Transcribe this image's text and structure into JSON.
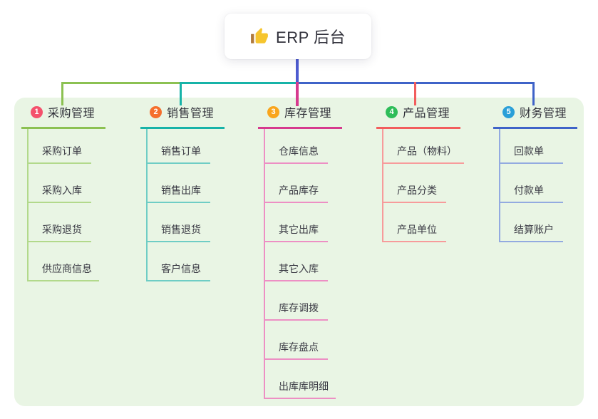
{
  "root": {
    "title": "ERP 后台",
    "icon": "thumbs-up-icon",
    "icon_color": "#f6c52e",
    "icon_cuff_color": "#b07a3c"
  },
  "colors": {
    "panel_bg": "#e9f5e4",
    "title_text": "#32323c",
    "node_text": "#3a3a44"
  },
  "connectors": {
    "root_line_color": "#4d5bd0"
  },
  "branches": [
    {
      "num": "1",
      "label": "采购管理",
      "badge_color": "#f4516c",
      "line_color": "#8cc152",
      "child_line_color": "#b2d98b",
      "children": [
        "采购订单",
        "采购入库",
        "采购退货",
        "供应商信息"
      ]
    },
    {
      "num": "2",
      "label": "销售管理",
      "badge_color": "#f56f2d",
      "line_color": "#17b3a8",
      "child_line_color": "#6fcdc5",
      "children": [
        "销售订单",
        "销售出库",
        "销售退货",
        "客户信息"
      ]
    },
    {
      "num": "3",
      "label": "库存管理",
      "badge_color": "#f9a51c",
      "line_color": "#d63a8e",
      "child_line_color": "#ed8fc4",
      "children": [
        "仓库信息",
        "产品库存",
        "其它出库",
        "其它入库",
        "库存调拨",
        "库存盘点",
        "出库库明细"
      ]
    },
    {
      "num": "4",
      "label": "产品管理",
      "badge_color": "#2ebd59",
      "line_color": "#f25d5d",
      "child_line_color": "#f79b9b",
      "children": [
        "产品（物料）",
        "产品分类",
        "产品单位"
      ]
    },
    {
      "num": "5",
      "label": "财务管理",
      "badge_color": "#2a9fd8",
      "line_color": "#3f63c8",
      "child_line_color": "#93aae0",
      "children": [
        "回款单",
        "付款单",
        "结算账户"
      ]
    }
  ]
}
